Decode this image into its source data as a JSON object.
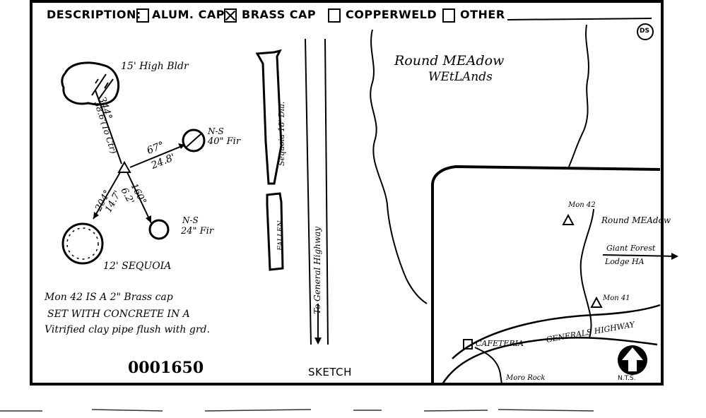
{
  "header": {
    "description_label": "DESCRIPTION:",
    "options": [
      {
        "label": "ALUM. CAP",
        "checked": false
      },
      {
        "label": "BRASS CAP",
        "checked": true
      },
      {
        "label": "COPPERWELD",
        "checked": false
      },
      {
        "label": "OTHER",
        "checked": false
      }
    ],
    "stamp": "DS"
  },
  "sketch": {
    "building_label": "15' High Bldr",
    "bearing_bldg": "344°",
    "dist_bldg": "38.6'(To Ctr)",
    "fir40_label_line1": "N-S",
    "fir40_label_line2": "40\" Fir",
    "bearing_fir40": "67°",
    "dist_fir40": "24.8'",
    "bearing_seq": "204°",
    "dist_seq": "14.7'",
    "bearing_fir24": "160°",
    "dist_fir24": "6.2'",
    "fir24_label_line1": "N-S",
    "fir24_label_line2": "24\" Fir",
    "seq_label": "12' SEQUOIA",
    "standing_log_label": "Sequoia  18' Dia.",
    "fallen_log_label": "FALLEN",
    "road_label": "To General Highway",
    "note_line1": "Mon 42  IS A 2\" Brass cap",
    "note_line2": "SET WITH CONCRETE  IN A",
    "note_line3": "Vitrified clay pipe flush with grd."
  },
  "wetlands": {
    "line1": "Round MEAdow",
    "line2": "WEtLAnds"
  },
  "map": {
    "mon42": "Mon 42",
    "round_meadow": "Round MEAdow",
    "lodge_line1": "Giant Forest",
    "lodge_line2": "Lodge HA",
    "mon41": "Mon 41",
    "highway": "GENERALS HIGHWAY",
    "cafeteria": "CAFETERIA",
    "moro_rock": "Moro Rock",
    "nts": "N.T.S."
  },
  "footer": {
    "number": "0001650",
    "sketch_label": "SKETCH"
  }
}
